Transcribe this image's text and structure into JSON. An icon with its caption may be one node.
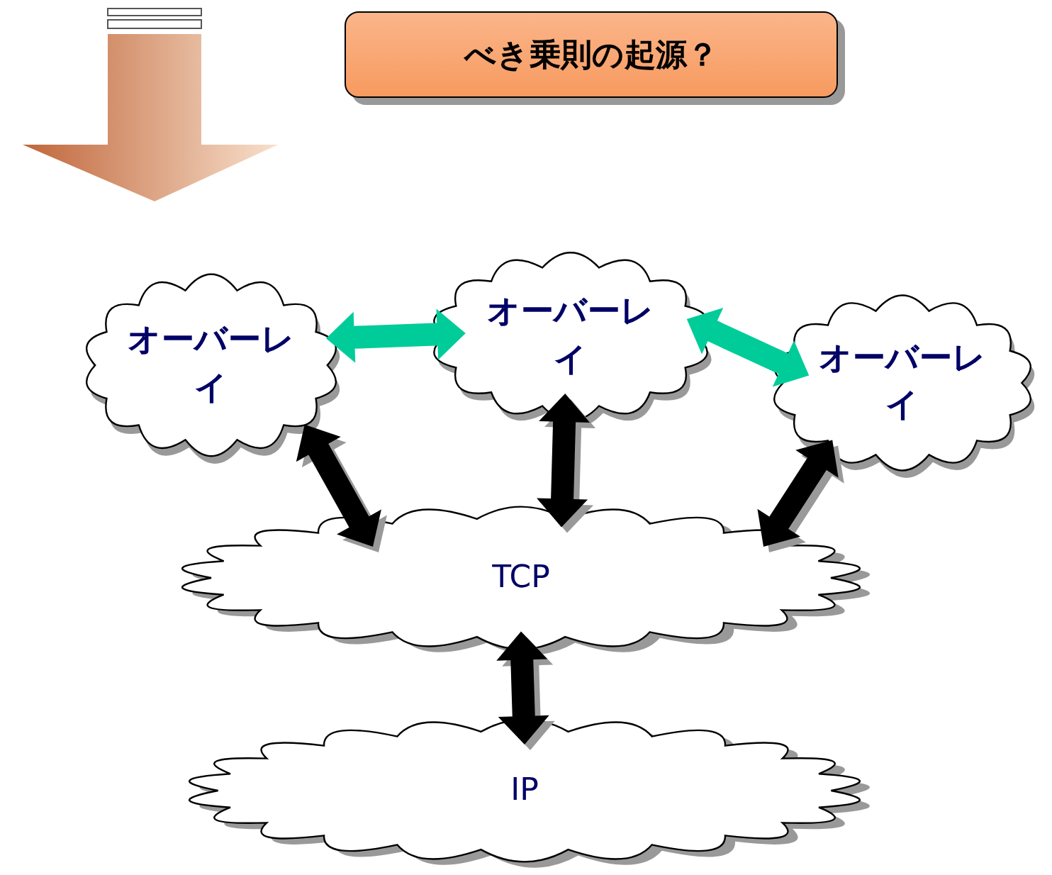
{
  "diagram": {
    "nodes": [
      {
        "text": [
          "べき乗則の起源？"
        ]
      },
      {
        "text": [
          "オーバーレイ"
        ]
      },
      {
        "text": [
          "オーバーレイ"
        ]
      },
      {
        "text": [
          "オーバーレイ"
        ]
      },
      {
        "text": [
          "TCP"
        ]
      },
      {
        "text": [
          "IP"
        ]
      }
    ],
    "edges": [
      {
        "from": 1,
        "to": 2,
        "arrow": "both",
        "color": "#00cc99"
      },
      {
        "from": 2,
        "to": 3,
        "arrow": "both",
        "color": "#00cc99"
      },
      {
        "from": 1,
        "to": 4,
        "arrow": "both"
      },
      {
        "from": 2,
        "to": 4,
        "arrow": "both"
      },
      {
        "from": 3,
        "to": 4,
        "arrow": "both"
      },
      {
        "from": 4,
        "to": 5,
        "arrow": "both"
      }
    ]
  }
}
